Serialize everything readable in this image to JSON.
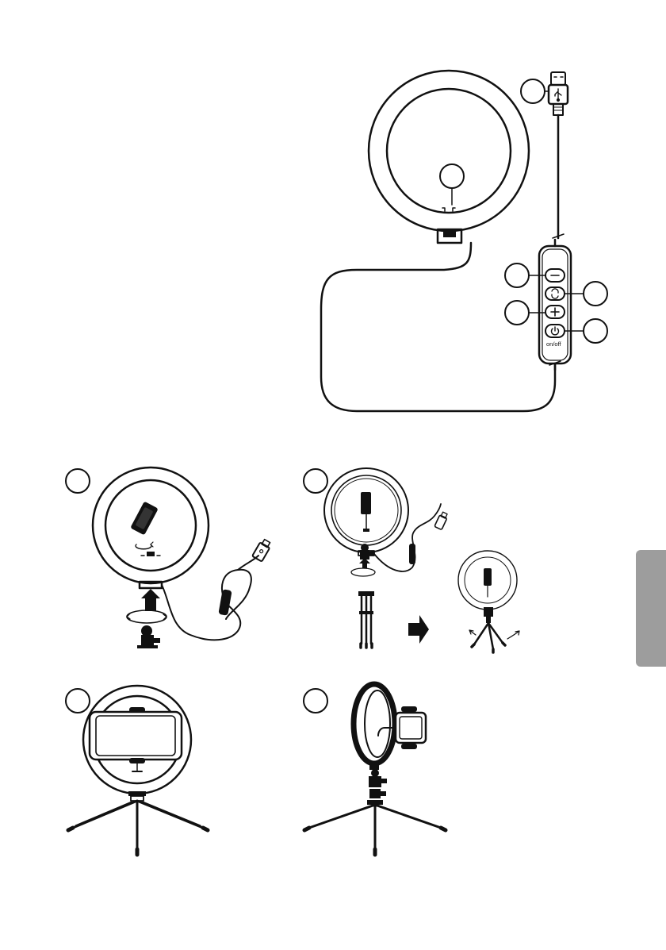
{
  "page": {
    "background": "#ffffff",
    "ink": "#111111",
    "side_tab_color": "#9d9d9d"
  },
  "overview": {
    "controller": {
      "power_label": "on/off",
      "buttons": [
        "minus",
        "mode",
        "plus",
        "power"
      ]
    },
    "usb_plug_icon": "usb-icon"
  },
  "steps": [
    {
      "id": "step-1",
      "illustration": "mount-phone-holder-on-ring"
    },
    {
      "id": "step-2",
      "illustration": "attach-ring-to-tripod"
    },
    {
      "id": "step-3",
      "illustration": "phone-in-holder-front-view"
    },
    {
      "id": "step-4",
      "illustration": "side-view-assembled"
    }
  ]
}
